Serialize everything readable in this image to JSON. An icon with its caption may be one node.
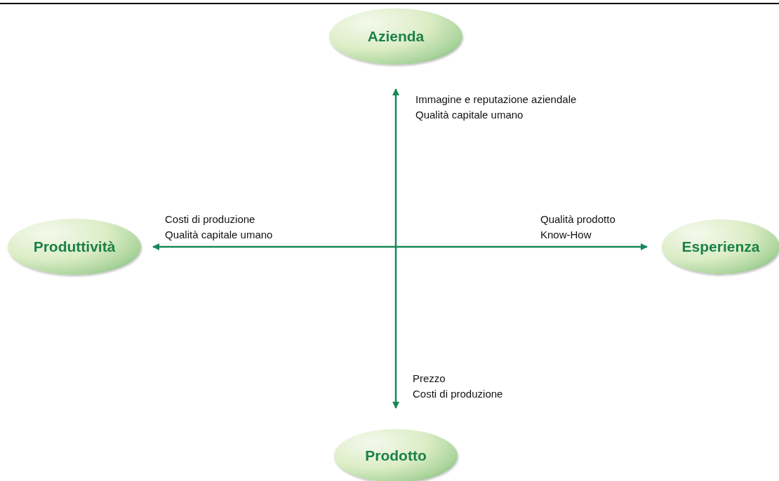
{
  "diagram": {
    "nodes": [
      {
        "text": [
          "Azienda"
        ]
      },
      {
        "text": [
          "Produttività"
        ]
      },
      {
        "text": [
          "Esperienza"
        ]
      },
      {
        "text": [
          "Prodotto"
        ]
      }
    ],
    "edges": [
      {
        "from": 0,
        "to": 3,
        "arrow": "both"
      },
      {
        "from": 1,
        "to": 2,
        "arrow": "both"
      }
    ],
    "labels": [
      "Immagine e reputazione aziendale",
      "Qualità capitale umano",
      "Costi di produzione",
      "Qualità capitale umano",
      "Qualità prodotto",
      "Know-How",
      "Prezzo",
      "Costi di produzione"
    ]
  }
}
